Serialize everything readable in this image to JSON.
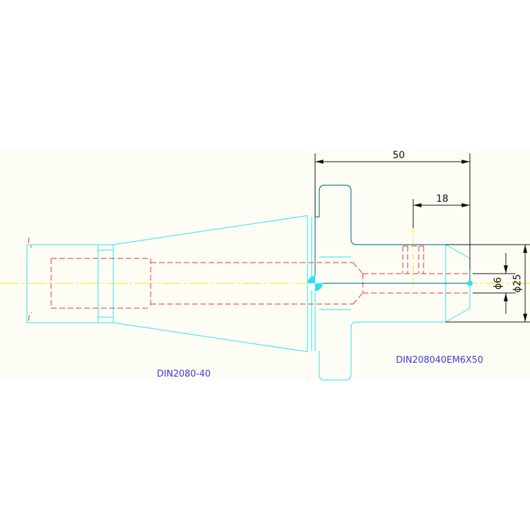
{
  "colors": {
    "background": "#ffffff",
    "panel": "#fdfdf5",
    "outline": "#29e3ee",
    "hidden": "#e8302a",
    "centerline": "#f2e600",
    "dimension": "#111111",
    "label": "#3b3bd6",
    "highlight": "#1a7fa0"
  },
  "dimensions": {
    "length_total": "50",
    "length_short": "18",
    "diameter_small": "ϕ6",
    "diameter_large": "ϕ25"
  },
  "labels": {
    "taper": "DIN2080-40",
    "holder": "DIN208040EM6X50"
  }
}
